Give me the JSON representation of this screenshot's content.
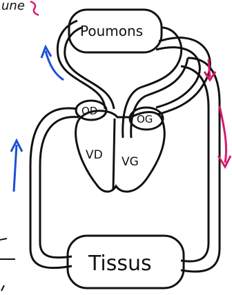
{
  "labels": {
    "header_text": "une",
    "lungs": "Poumons",
    "od": "OD",
    "og": "OG",
    "vd": "VD",
    "vg": "VG",
    "tissues": "Tissus"
  },
  "colors": {
    "ink": "#111111",
    "blue_arrow": "#1a4fd6",
    "pink_arrow": "#d8196b"
  }
}
